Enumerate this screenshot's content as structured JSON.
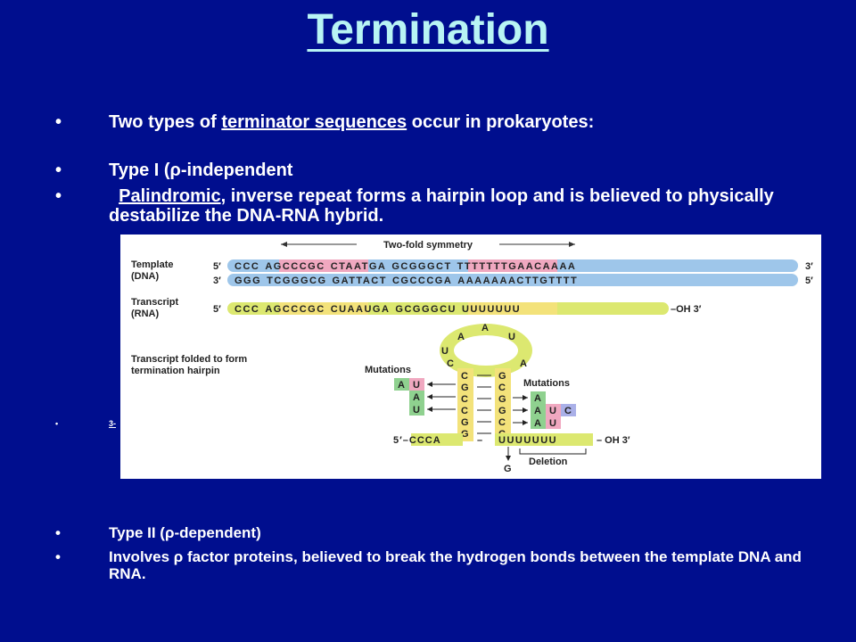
{
  "title": "Termination",
  "bullets": {
    "b1": {
      "pre": "Two types of ",
      "link": "terminator sequences",
      "post": " occur in prokaryotes:"
    },
    "b2": {
      "text": "Type I (ρ-independent"
    },
    "b3": {
      "lead": "  ",
      "link": "Palindromic",
      "post": ", inverse repeat forms a hairpin loop and is believed to physically destabilize the DNA-RNA hybrid."
    },
    "b4": {
      "text": "Type II (ρ-dependent)"
    },
    "b5": {
      "text": "Involves ρ factor proteins, believed to break the hydrogen bonds between the template DNA and RNA."
    },
    "small_ref": "3-"
  },
  "bullet_char": "•",
  "figure": {
    "symmetry_label": "Two-fold symmetry",
    "template_label_1": "Template",
    "template_label_2": "(DNA)",
    "transcript_label_1": "Transcript",
    "transcript_label_2": "(RNA)",
    "strand_5": "5′",
    "strand_3": "3′",
    "dna_top_seq": [
      "CCC",
      "AGCCCGC",
      "CTAATGA",
      "GCGGGCT",
      "TTTTTTTGAACAAAA"
    ],
    "dna_bottom_seq": [
      "GGG",
      "TCGGGCG",
      "GATTACT",
      "CGCCCGA",
      "AAAAAAACTTGTTTT"
    ],
    "rna_seq": [
      "CCC",
      "AGCCCGC",
      "CUAAUGA",
      "GCGGGCU",
      "UUUUUUU"
    ],
    "rna_tail": "–OH 3′",
    "folded_label_1": "Transcript folded to form",
    "folded_label_2": "termination hairpin",
    "mutations_label": "Mutations",
    "deletion_label": "Deletion",
    "loop_bases": [
      "A",
      "U",
      "A",
      "A",
      "U",
      "C"
    ],
    "stem_left": [
      "C",
      "G",
      "C",
      "C",
      "G",
      "G"
    ],
    "stem_right": [
      "G",
      "C",
      "G",
      "G",
      "C",
      "C"
    ],
    "bottom_5": "5′–CCCA",
    "bottom_dash": "–",
    "bottom_u": "UUUUUUU",
    "bottom_oh": "– OH 3′",
    "mut_left": [
      "A",
      "U",
      "A",
      "U"
    ],
    "mut_right": [
      "A",
      "A",
      "U",
      "C",
      "A",
      "U"
    ],
    "deleted_base": "G"
  }
}
